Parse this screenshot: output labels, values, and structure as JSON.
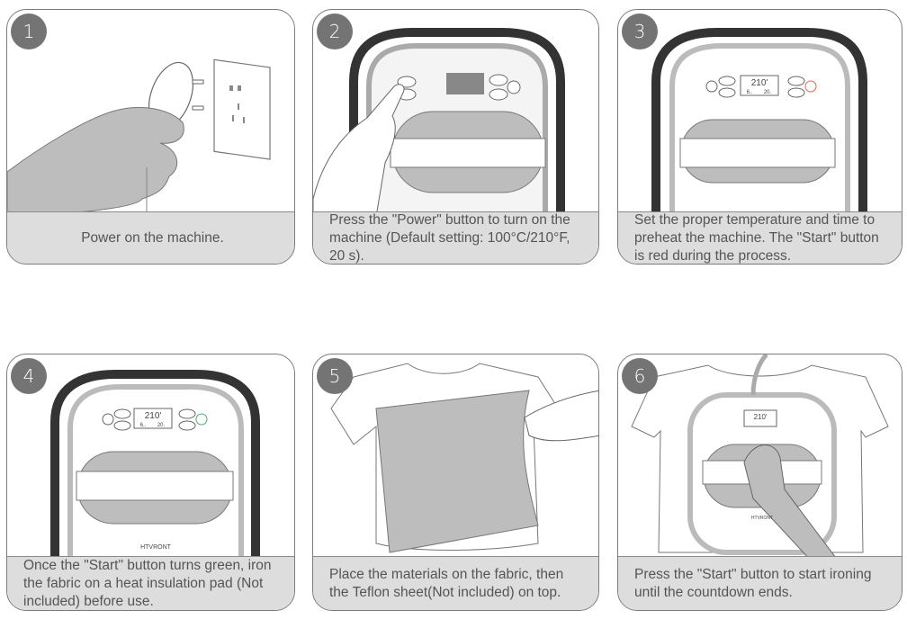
{
  "steps": [
    {
      "number": "1",
      "caption": "Power on the machine."
    },
    {
      "number": "2",
      "caption": "Press the \"Power\" button to turn on the machine (Default setting: 100°C/210°F, 20 s)."
    },
    {
      "number": "3",
      "caption": "Set the proper temperature and time to preheat the machine. The \"Start\" button  is red during the process."
    },
    {
      "number": "4",
      "caption": "Once the \"Start\" button turns green, iron the fabric on a heat insulation pad (Not included) before use."
    },
    {
      "number": "5",
      "caption": "Place the materials on the fabric, then the Teflon sheet(Not included) on top."
    },
    {
      "number": "6",
      "caption": "Press the \"Start\"  button to start ironing until the countdown ends."
    }
  ],
  "display": {
    "temp": "210'",
    "time_left": "6..",
    "time_right": "20."
  },
  "brand": "HTVRONT",
  "colors": {
    "start_red": "#e0684f",
    "start_green": "#4cae6a",
    "badge": "#747474",
    "caption_bg": "#dddddd"
  }
}
